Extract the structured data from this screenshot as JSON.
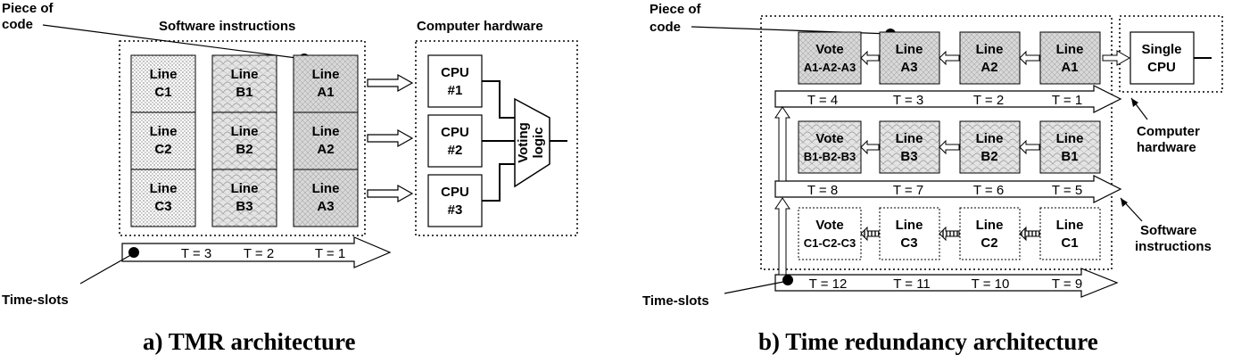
{
  "captions": {
    "a": "a) TMR architecture",
    "b": "b) Time redundancy architecture"
  },
  "tmr": {
    "software_label": "Software instructions",
    "hardware_label": "Computer hardware",
    "piece_of_code_line1": "Piece of",
    "piece_of_code_line2": "code",
    "time_slots_label": "Time-slots",
    "voting_line1": "Voting",
    "voting_line2": "logic",
    "code_lines": [
      [
        "Line",
        "C1"
      ],
      [
        "Line",
        "B1"
      ],
      [
        "Line",
        "A1"
      ],
      [
        "Line",
        "C2"
      ],
      [
        "Line",
        "B2"
      ],
      [
        "Line",
        "A2"
      ],
      [
        "Line",
        "C3"
      ],
      [
        "Line",
        "B3"
      ],
      [
        "Line",
        "A3"
      ]
    ],
    "cpus": [
      [
        "CPU",
        "#1"
      ],
      [
        "CPU",
        "#2"
      ],
      [
        "CPU",
        "#3"
      ]
    ],
    "time_slots": [
      "T = 3",
      "T = 2",
      "T = 1"
    ]
  },
  "time_redundancy": {
    "piece_of_code_line1": "Piece of",
    "piece_of_code_line2": "code",
    "single_cpu_line1": "Single",
    "single_cpu_line2": "CPU",
    "computer_hw_line1": "Computer",
    "computer_hw_line2": "hardware",
    "software_instr_line1": "Software",
    "software_instr_line2": "instructions",
    "time_slots_label": "Time-slots",
    "rows": [
      {
        "boxes": [
          [
            "Vote",
            "A1-A2-A3"
          ],
          [
            "Line",
            "A3"
          ],
          [
            "Line",
            "A2"
          ],
          [
            "Line",
            "A1"
          ]
        ],
        "slots": [
          "T = 4",
          "T = 3",
          "T = 2",
          "T = 1"
        ]
      },
      {
        "boxes": [
          [
            "Vote",
            "B1-B2-B3"
          ],
          [
            "Line",
            "B3"
          ],
          [
            "Line",
            "B2"
          ],
          [
            "Line",
            "B1"
          ]
        ],
        "slots": [
          "T = 8",
          "T = 7",
          "T = 6",
          "T = 5"
        ]
      },
      {
        "boxes": [
          [
            "Vote",
            "C1-C2-C3"
          ],
          [
            "Line",
            "C3"
          ],
          [
            "Line",
            "C2"
          ],
          [
            "Line",
            "C1"
          ]
        ],
        "slots": [
          "T = 12",
          "T = 11",
          "T = 10",
          "T = 9"
        ]
      }
    ]
  }
}
